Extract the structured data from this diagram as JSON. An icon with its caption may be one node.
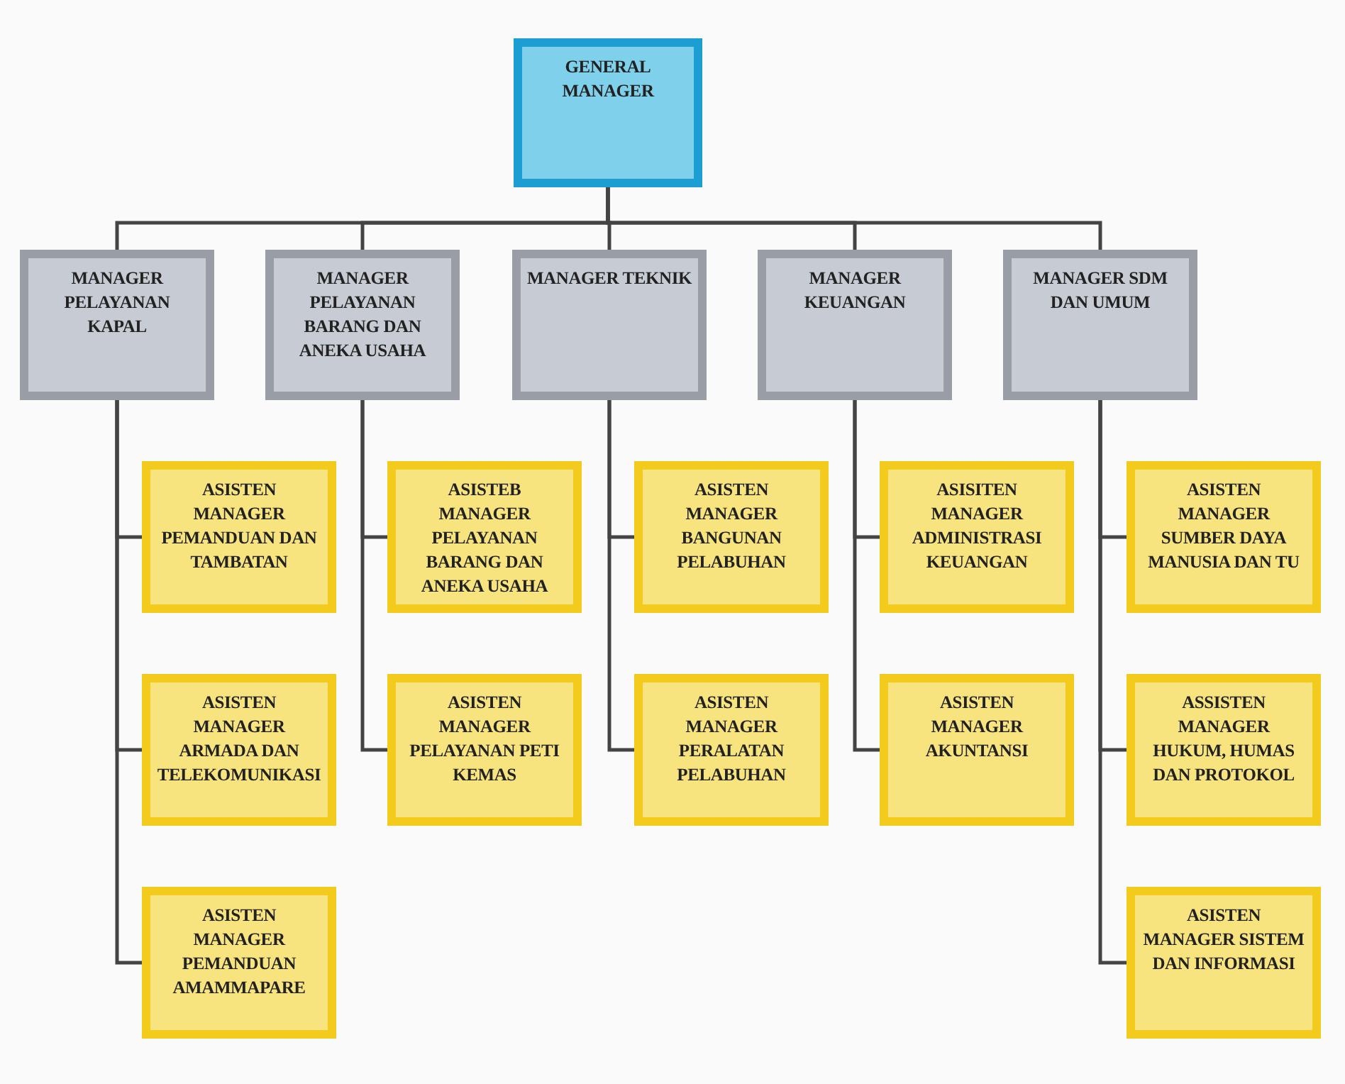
{
  "diagram": {
    "nodes": [
      {
        "text": [
          "GENERAL MANAGER"
        ]
      },
      {
        "text": [
          "MANAGER PELAYANAN KAPAL"
        ]
      },
      {
        "text": [
          "MANAGER PELAYANAN BARANG DAN ANEKA USAHA"
        ]
      },
      {
        "text": [
          "MANAGER TEKNIK"
        ]
      },
      {
        "text": [
          "MANAGER KEUANGAN"
        ]
      },
      {
        "text": [
          "MANAGER SDM DAN UMUM"
        ]
      },
      {
        "text": [
          "ASISTEN MANAGER PEMANDUAN DAN TAMBATAN"
        ]
      },
      {
        "text": [
          "ASISTEB MANAGER PELAYANAN BARANG DAN ANEKA USAHA"
        ]
      },
      {
        "text": [
          "ASISTEN MANAGER BANGUNAN PELABUHAN"
        ]
      },
      {
        "text": [
          "ASISITEN MANAGER ADMINISTRASI KEUANGAN"
        ]
      },
      {
        "text": [
          "ASISTEN MANAGER SUMBER DAYA MANUSIA DAN TU"
        ]
      },
      {
        "text": [
          "ASISTEN MANAGER ARMADA DAN TELEKOMUNIKASI"
        ]
      },
      {
        "text": [
          "ASISTEN MANAGER PELAYANAN PETI KEMAS"
        ]
      },
      {
        "text": [
          "ASISTEN MANAGER PERALATAN PELABUHAN"
        ]
      },
      {
        "text": [
          "ASISTEN MANAGER AKUNTANSI"
        ]
      },
      {
        "text": [
          "ASSISTEN MANAGER HUKUM, HUMAS DAN PROTOKOL"
        ]
      },
      {
        "text": [
          "ASISTEN MANAGER PEMANDUAN AMAMMAPARE"
        ]
      },
      {
        "text": [
          "ASISTEN MANAGER SISTEM DAN INFORMASI"
        ]
      }
    ],
    "edges": [
      {
        "from": 0,
        "to": 1,
        "arrow": "none"
      },
      {
        "from": 0,
        "to": 2,
        "arrow": "none"
      },
      {
        "from": 0,
        "to": 3,
        "arrow": "none"
      },
      {
        "from": 0,
        "to": 4,
        "arrow": "none"
      },
      {
        "from": 0,
        "to": 5,
        "arrow": "none"
      },
      {
        "from": 1,
        "to": 6,
        "arrow": "none"
      },
      {
        "from": 1,
        "to": 11,
        "arrow": "none"
      },
      {
        "from": 1,
        "to": 16,
        "arrow": "none"
      },
      {
        "from": 2,
        "to": 7,
        "arrow": "none"
      },
      {
        "from": 2,
        "to": 12,
        "arrow": "none"
      },
      {
        "from": 3,
        "to": 8,
        "arrow": "none"
      },
      {
        "from": 3,
        "to": 13,
        "arrow": "none"
      },
      {
        "from": 4,
        "to": 9,
        "arrow": "none"
      },
      {
        "from": 4,
        "to": 14,
        "arrow": "none"
      },
      {
        "from": 5,
        "to": 10,
        "arrow": "none"
      },
      {
        "from": 5,
        "to": 15,
        "arrow": "none"
      },
      {
        "from": 5,
        "to": 17,
        "arrow": "none"
      }
    ]
  }
}
